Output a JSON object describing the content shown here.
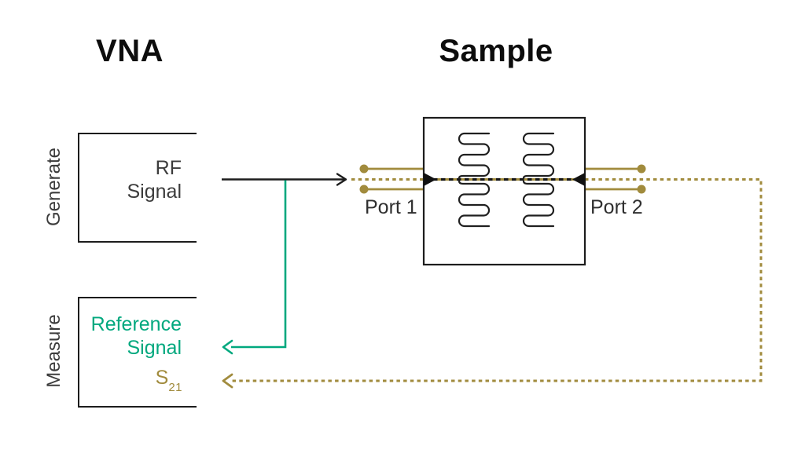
{
  "diagram": {
    "vna": {
      "title": "VNA",
      "generate": {
        "label": "Generate",
        "box_lines": [
          "RF",
          "Signal"
        ]
      },
      "measure": {
        "label": "Measure",
        "box_lines": [
          "Reference",
          "Signal"
        ],
        "s_parameter": {
          "base": "S",
          "subscript": "21"
        }
      }
    },
    "sample": {
      "title": "Sample",
      "port1_label": "Port 1",
      "port2_label": "Port 2"
    },
    "colors": {
      "reference_teal": "#00a87e",
      "s21_gold": "#a18b3d",
      "line_black": "#1c1c1c",
      "label_gray": "#3c3c3c",
      "title_black": "#0d0d0d",
      "background": "#ffffff"
    }
  }
}
